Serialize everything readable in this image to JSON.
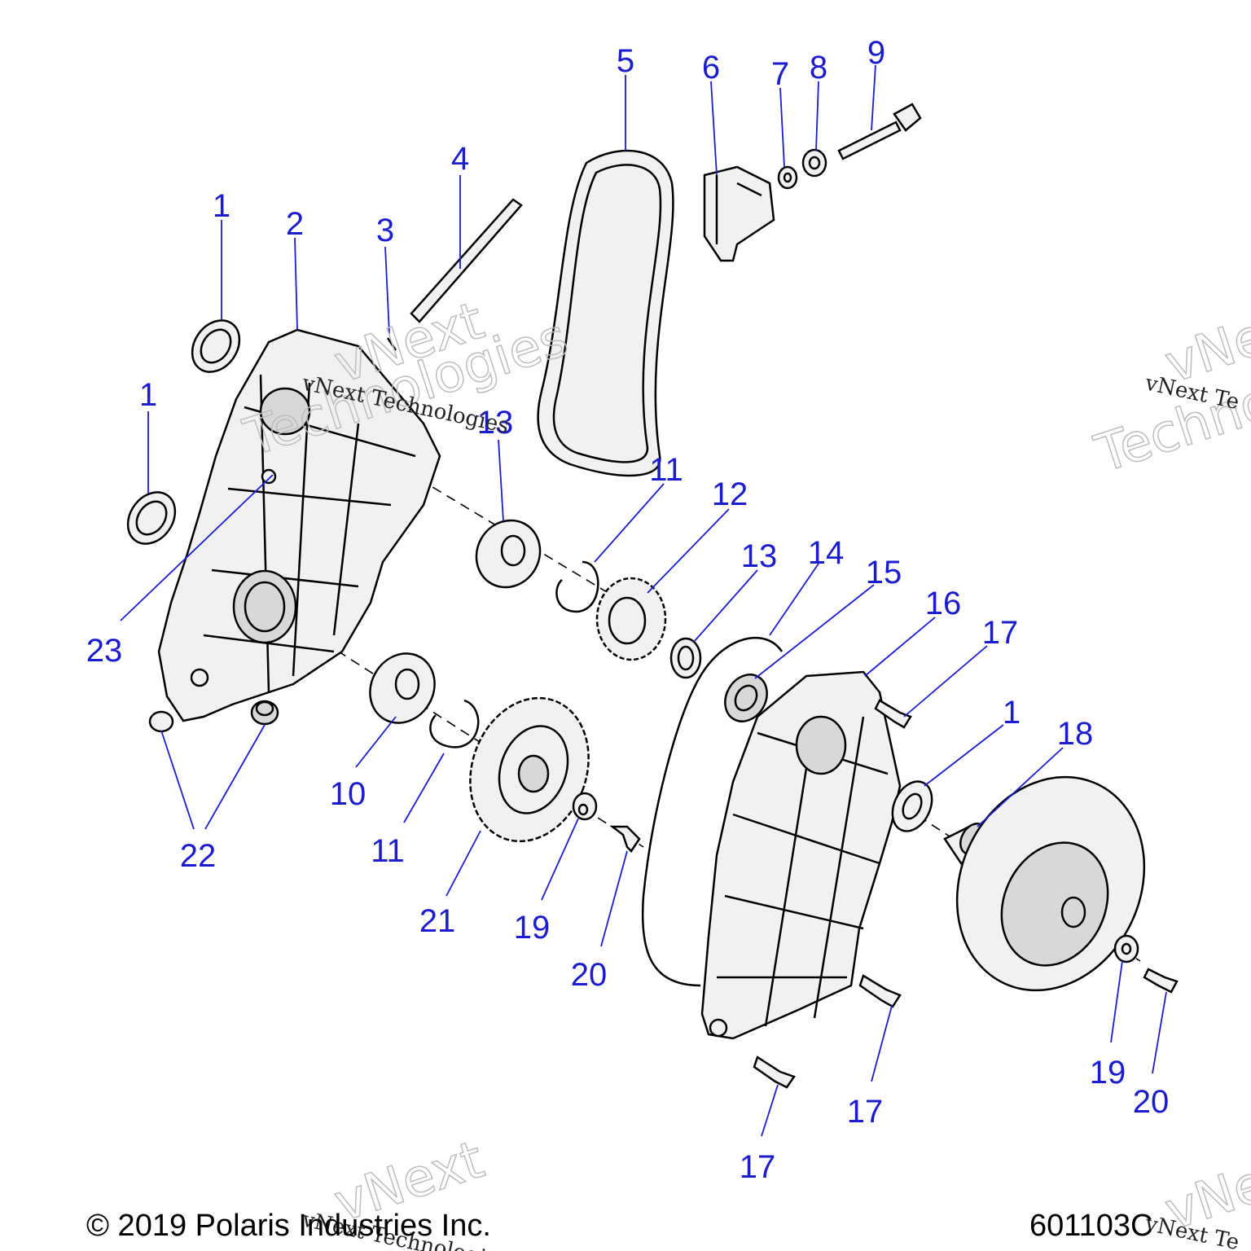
{
  "callouts": {
    "c1a": "1",
    "c1b": "1",
    "c1c": "1",
    "c2": "2",
    "c3": "3",
    "c4": "4",
    "c5": "5",
    "c6": "6",
    "c7": "7",
    "c8": "8",
    "c9": "9",
    "c10": "10",
    "c11a": "11",
    "c11b": "11",
    "c12": "12",
    "c13": "13",
    "c14": "14",
    "c15": "15",
    "c16": "16",
    "c17a": "17",
    "c17b": "17",
    "c17c": "17",
    "c18": "18",
    "c19a": "19",
    "c19b": "19",
    "c20a": "20",
    "c20b": "20",
    "c21": "21",
    "c22": "22",
    "c23": "23",
    "c13b": "13"
  },
  "watermark": {
    "line": "vNext Technologies",
    "line_cut": "vNext Te",
    "outline_top": "vNext",
    "outline_bottom": "Technologies",
    "outline_bottom_cut": "Techno"
  },
  "footer": {
    "copyright": "© 2019 Polaris Industries Inc.",
    "code": "601103C"
  }
}
